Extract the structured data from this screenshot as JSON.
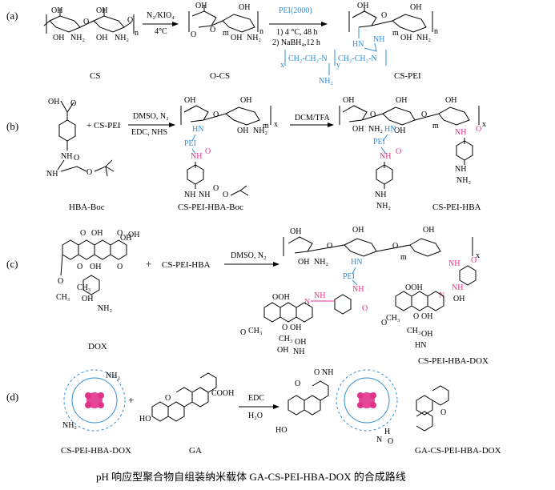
{
  "panels": {
    "a": {
      "label": "(a)",
      "reagent1_top": "N₂/KIO₄",
      "reagent1_bottom": "4°C",
      "peg_label": "PEI(2000)",
      "reagent2_line1": "1) 4 °C, 48 h",
      "reagent2_line2": "2) NaBH₄,12 h",
      "cs": "CS",
      "ocs": "O-CS",
      "cspei": "CS-PEI"
    },
    "b": {
      "label": "(b)",
      "plus_reagent": "+ CS-PEI",
      "cond1_top": "DMSO, N₂",
      "cond1_bottom": "EDC, NHS",
      "cond2": "DCM/TFA",
      "hba_boc": "HBA-Boc",
      "cs_pei_hba_boc": "CS-PEI-HBA-Boc",
      "cs_pei_hba": "CS-PEI-HBA"
    },
    "c": {
      "label": "(c)",
      "plus_reagent": "CS-PEI-HBA",
      "cond": "DMSO, N₂",
      "dox": "DOX",
      "product": "CS-PEI-HBA-DOX"
    },
    "d": {
      "label": "(d)",
      "reagent_top": "EDC",
      "reagent_bottom": "H₂O",
      "nano": "CS-PEI-HBA-DOX",
      "ga": "GA",
      "product": "GA-CS-PEI-HBA-DOX",
      "nh2": "NH₂",
      "cooh": "COOH"
    }
  },
  "caption": "pH 响应型聚合物自组装纳米载体 GA-CS-PEI-HBA-DOX 的合成路线",
  "colors": {
    "blue": "#2f8fd7",
    "pink": "#e0338a"
  }
}
